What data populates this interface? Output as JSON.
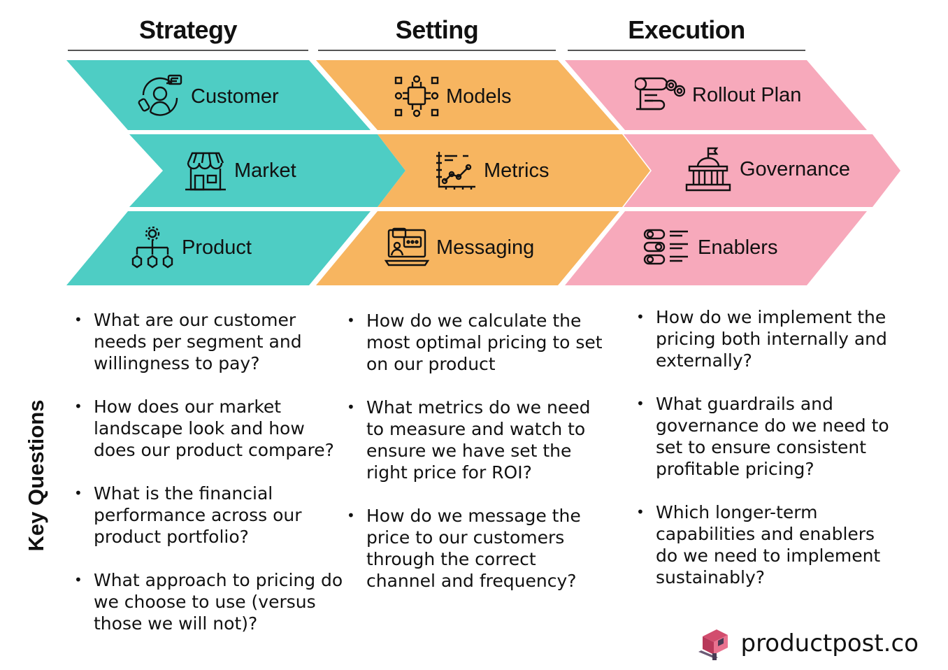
{
  "columns": [
    {
      "title": "Strategy"
    },
    {
      "title": "Setting"
    },
    {
      "title": "Execution"
    }
  ],
  "tiles": {
    "strategy": [
      "Customer",
      "Market",
      "Product"
    ],
    "setting": [
      "Models",
      "Metrics",
      "Messaging"
    ],
    "execution": [
      "Rollout Plan",
      "Governance",
      "Enablers"
    ]
  },
  "colors": {
    "strategy": "#4ecdc4",
    "setting": "#f7b560",
    "execution": "#f7a9bb",
    "rule": "#555555"
  },
  "side_label": "Key Questions",
  "questions": {
    "strategy": [
      "What are our customer needs per segment and willingness to pay?",
      "How does our market landscape look and how does our product compare?",
      "What is the financial performance across our product portfolio?",
      "What approach to pricing do we choose to use (versus those we will not)?"
    ],
    "setting": [
      "How do we calculate the most optimal pricing to set on our product",
      "What metrics do we need to measure and watch to ensure we have set the right price for ROI?",
      "How do we message the price to our customers through the correct channel and frequency?"
    ],
    "execution": [
      "How do we implement the pricing both internally and externally?",
      "What guardrails and governance do we need to set to ensure consistent profitable pricing?",
      "Which longer-term capabilities and enablers do we need to implement sustainably?"
    ]
  },
  "brand": {
    "text": "productpost.co"
  }
}
